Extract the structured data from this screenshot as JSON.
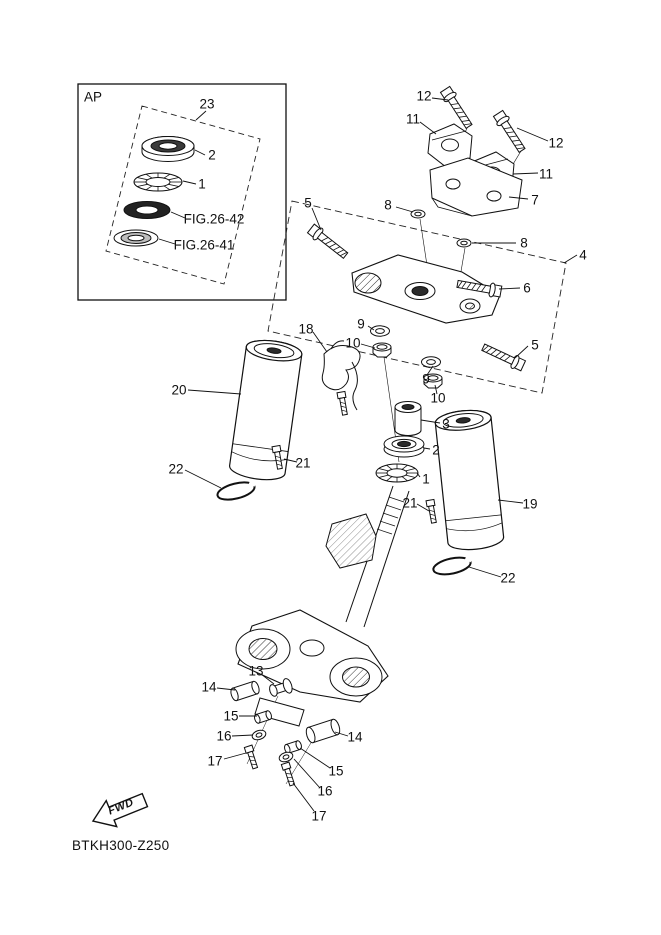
{
  "document": {
    "drawing_code": "BTKH300-Z250",
    "fwd_label": "FWD"
  },
  "inset": {
    "corner_label": "AP",
    "callouts": [
      {
        "label": "23"
      },
      {
        "label": "2"
      },
      {
        "label": "1"
      },
      {
        "label": "FIG.26-42"
      },
      {
        "label": "FIG.26-41"
      }
    ]
  },
  "main": {
    "callouts": [
      {
        "label": "12"
      },
      {
        "label": "11"
      },
      {
        "label": "12"
      },
      {
        "label": "11"
      },
      {
        "label": "7"
      },
      {
        "label": "8"
      },
      {
        "label": "8"
      },
      {
        "label": "5"
      },
      {
        "label": "4"
      },
      {
        "label": "6"
      },
      {
        "label": "5"
      },
      {
        "label": "9"
      },
      {
        "label": "10"
      },
      {
        "label": "18"
      },
      {
        "label": "9"
      },
      {
        "label": "10"
      },
      {
        "label": "3"
      },
      {
        "label": "2"
      },
      {
        "label": "1"
      },
      {
        "label": "20"
      },
      {
        "label": "21"
      },
      {
        "label": "22"
      },
      {
        "label": "19"
      },
      {
        "label": "21"
      },
      {
        "label": "22"
      },
      {
        "label": "13"
      },
      {
        "label": "14"
      },
      {
        "label": "15"
      },
      {
        "label": "16"
      },
      {
        "label": "17"
      },
      {
        "label": "14"
      },
      {
        "label": "15"
      },
      {
        "label": "16"
      },
      {
        "label": "17"
      }
    ]
  }
}
